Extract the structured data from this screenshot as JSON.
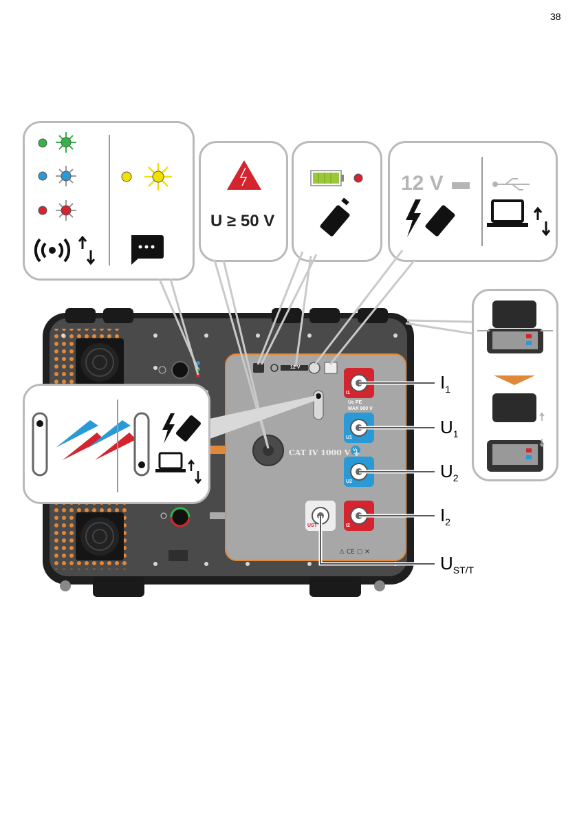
{
  "page_number": "38",
  "callouts": {
    "threshold_text": "U ≥ 50 V",
    "supply_voltage": "12 V"
  },
  "panel": {
    "cat_rating": "CAT IV 1000 V ⏚",
    "max_text": "MAX 900 V",
    "uc_text": "Uc PE",
    "i1_badge": "I1",
    "u1_badge": "U1",
    "u2_badge": "U2",
    "i2_badge": "I2",
    "ust_badge": "UST",
    "v_badge": "V",
    "front_voltage": "12 V"
  },
  "terminals": [
    {
      "main": "I",
      "sub": "1"
    },
    {
      "main": "U",
      "sub": "1"
    },
    {
      "main": "U",
      "sub": "2"
    },
    {
      "main": "I",
      "sub": "2"
    },
    {
      "main": "U",
      "sub": "ST/T"
    }
  ],
  "colors": {
    "current_terminal": "#d4242e",
    "voltage_terminal": "#2a9ad6",
    "panel_orange": "#e2883a",
    "case": "#2b2b2b"
  }
}
